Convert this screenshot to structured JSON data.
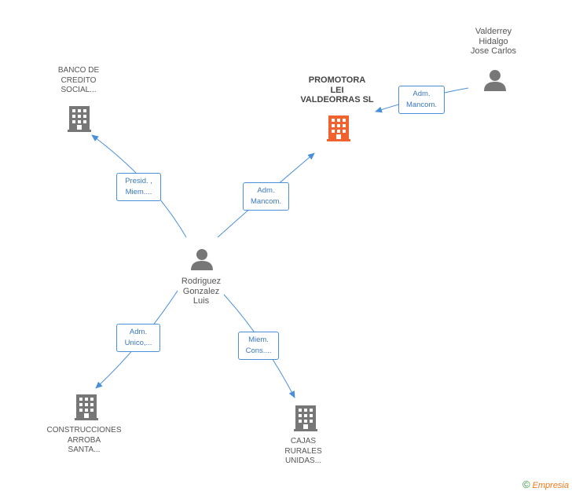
{
  "nodes": {
    "banco": {
      "lines": [
        "BANCO DE",
        "CREDITO",
        "SOCIAL..."
      ]
    },
    "promotora": {
      "lines": [
        "PROMOTORA",
        "LEI",
        "VALDEORRAS SL"
      ]
    },
    "valderrey": {
      "lines": [
        "Valderrey",
        "Hidalgo",
        "Jose Carlos"
      ]
    },
    "rodriguez": {
      "lines": [
        "Rodriguez",
        "Gonzalez",
        "Luis"
      ]
    },
    "construcciones": {
      "lines": [
        "CONSTRUCCIONES",
        "ARROBA",
        "SANTA..."
      ]
    },
    "cajas": {
      "lines": [
        "CAJAS",
        "RURALES",
        "UNIDAS..."
      ]
    }
  },
  "edges": {
    "presid": {
      "lines": [
        "Presid. ,",
        "Miem...."
      ]
    },
    "adm_mancom_center": {
      "lines": [
        "Adm.",
        "Mancom."
      ]
    },
    "adm_mancom_top": {
      "lines": [
        "Adm.",
        "Mancom."
      ]
    },
    "adm_unico": {
      "lines": [
        "Adm.",
        "Unico,..."
      ]
    },
    "miem_cons": {
      "lines": [
        "Miem.",
        "Cons...."
      ]
    }
  },
  "colors": {
    "edge": "#4a90d9",
    "building": "#777777",
    "building_focus": "#f0622e",
    "person": "#777777"
  },
  "footer": {
    "copyright": "©",
    "brand_initial": "E",
    "brand_rest": "mpresia"
  }
}
